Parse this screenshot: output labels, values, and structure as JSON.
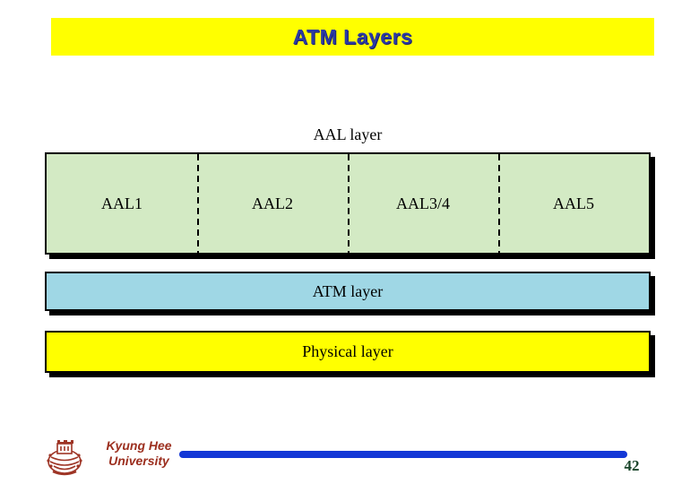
{
  "slide": {
    "title": "ATM Layers",
    "page_number": "42"
  },
  "diagram": {
    "aal_caption": "AAL layer",
    "aal_cells": [
      "AAL1",
      "AAL2",
      "AAL3/4",
      "AAL5"
    ],
    "atm_label": "ATM layer",
    "physical_label": "Physical layer"
  },
  "footer": {
    "university_line1": "Kyung Hee",
    "university_line2": "University",
    "logo_icon": "university-seal-icon"
  },
  "colors": {
    "title_bar_bg": "#ffff00",
    "title_text": "#2b3aa3",
    "aal_box_bg": "#d3eac4",
    "atm_box_bg": "#9fd7e5",
    "physical_box_bg": "#ffff00",
    "box_border": "#000000",
    "box_shadow": "#000000",
    "footer_text": "#9c2f1f",
    "footer_line": "#1337d6",
    "page_number_text": "#19452a"
  }
}
